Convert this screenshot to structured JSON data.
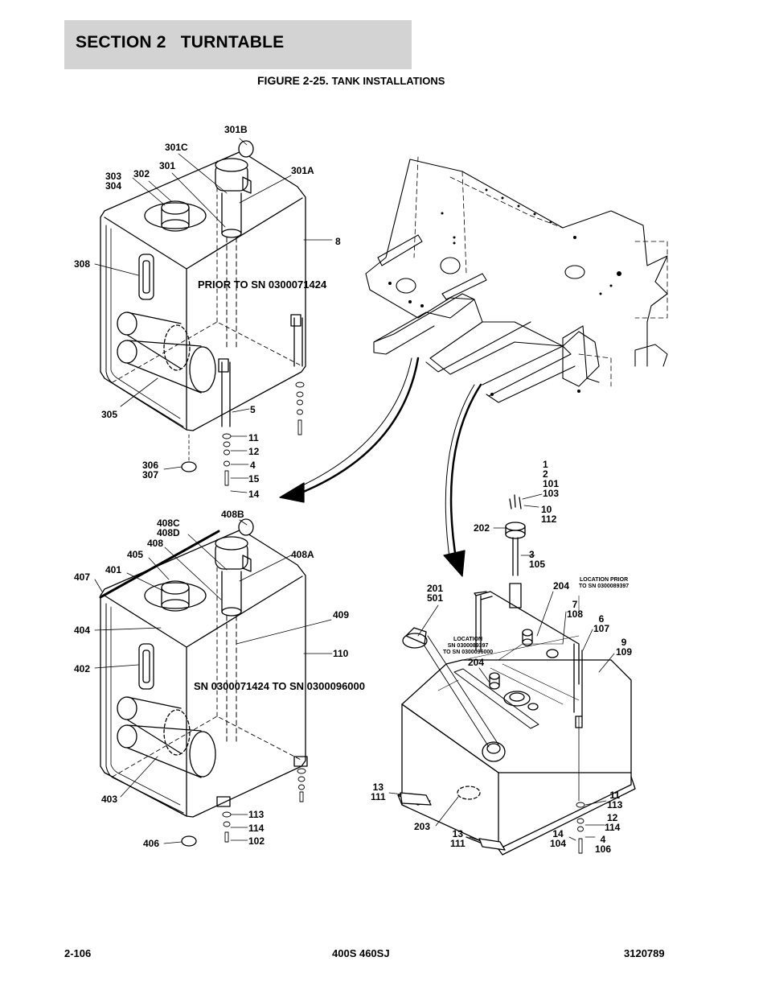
{
  "header": {
    "section": "SECTION 2   TURNTABLE"
  },
  "figure": {
    "number": "FIGURE 2-25.",
    "title": "TANK INSTALLATIONS"
  },
  "views": {
    "prior": "PRIOR TO SN 0300071424",
    "mid": "SN 0300071424 TO SN 0300096000",
    "loc_prior": "LOCATION PRIOR\nTO SN 0300089397",
    "loc_mid": "LOCATION\nSN 0300089397\nTO SN 0300096000"
  },
  "callouts": {
    "c301b": "301B",
    "c301c": "301C",
    "c301": "301",
    "c301a": "301A",
    "c303_304": "303\n304",
    "c302": "302",
    "c8": "8",
    "c308": "308",
    "c305": "305",
    "c5": "5",
    "c11": "11",
    "c12": "12",
    "c4": "4",
    "c15": "15",
    "c14": "14",
    "c306_307": "306\n307",
    "c408b": "408B",
    "c408c_408d": "408C\n408D",
    "c408": "408",
    "c408a": "408A",
    "c405": "405",
    "c401": "401",
    "c407": "407",
    "c404": "404",
    "c409": "409",
    "c402": "402",
    "c110": "110",
    "c403": "403",
    "c113": "113",
    "c114": "114",
    "c102": "102",
    "c406": "406",
    "c1_2_101_103": "1\n2\n101\n103",
    "c10_112": "10\n112",
    "c202": "202",
    "c3_105": "3\n105",
    "c201_501": "201\n501",
    "c204a": "204",
    "c7_108": "7\n108",
    "c6_107": "6\n107",
    "c9_109": "9\n109",
    "c204b": "204",
    "c13_111a": "13\n111",
    "c203": "203",
    "c13_111b": "13\n111",
    "c11_113": "11\n113",
    "c12_114": "12\n114",
    "c14_104": "14\n104",
    "c4_106": "4\n106"
  },
  "footer": {
    "page": "2-106",
    "model": "400S 460SJ",
    "doc": "3120789"
  }
}
